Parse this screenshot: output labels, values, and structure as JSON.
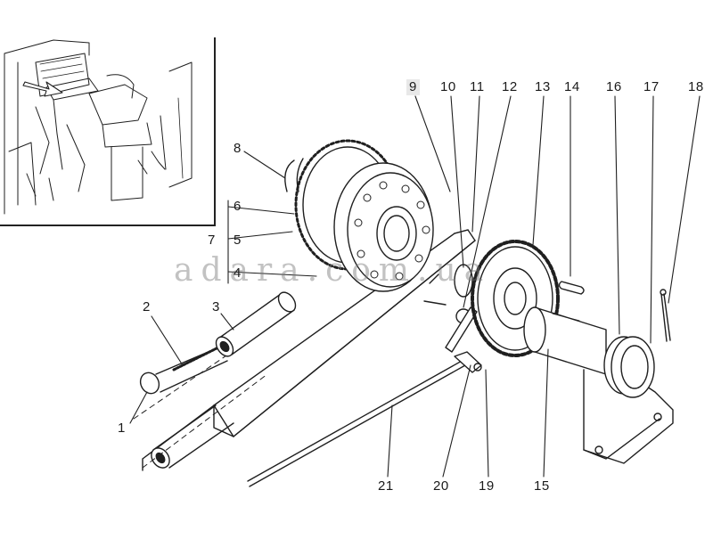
{
  "watermark": "adara.com.ua",
  "labels": [
    {
      "id": "1",
      "text": "1"
    },
    {
      "id": "2",
      "text": "2"
    },
    {
      "id": "3",
      "text": "3"
    },
    {
      "id": "4",
      "text": "4"
    },
    {
      "id": "5",
      "text": "5"
    },
    {
      "id": "6",
      "text": "6"
    },
    {
      "id": "7",
      "text": "7"
    },
    {
      "id": "8",
      "text": "8"
    },
    {
      "id": "9",
      "text": "9"
    },
    {
      "id": "10",
      "text": "10"
    },
    {
      "id": "11",
      "text": "11"
    },
    {
      "id": "12",
      "text": "12"
    },
    {
      "id": "13",
      "text": "13"
    },
    {
      "id": "14",
      "text": "14"
    },
    {
      "id": "15",
      "text": "15"
    },
    {
      "id": "16",
      "text": "16"
    },
    {
      "id": "17",
      "text": "17"
    },
    {
      "id": "18",
      "text": "18"
    },
    {
      "id": "19",
      "text": "19"
    },
    {
      "id": "20",
      "text": "20"
    },
    {
      "id": "21",
      "text": "21"
    }
  ]
}
